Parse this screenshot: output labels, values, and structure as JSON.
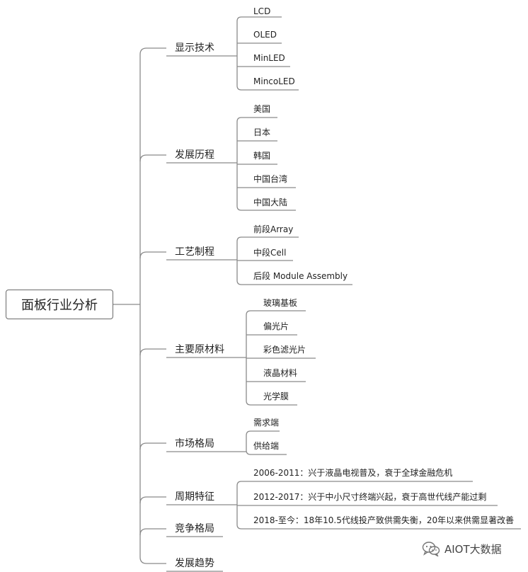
{
  "root": "面板行业分析",
  "branches": [
    {
      "label": "显示技术",
      "children": [
        "LCD",
        "OLED",
        "MinLED",
        "MincoLED"
      ]
    },
    {
      "label": "发展历程",
      "children": [
        "美国",
        "日本",
        "韩国",
        "中国台湾",
        "中国大陆"
      ]
    },
    {
      "label": "工艺制程",
      "children": [
        "前段Array",
        "中段Cell",
        "后段 Module Assembly"
      ]
    },
    {
      "label": "主要原材料",
      "children": [
        "玻璃基板",
        "偏光片",
        "彩色滤光片",
        "液晶材料",
        "光学膜"
      ]
    },
    {
      "label": "市场格局",
      "children": [
        "需求端",
        "供给端"
      ]
    },
    {
      "label": "周期特征",
      "children": [
        "2006-2011：兴于液晶电视普及，衰于全球金融危机",
        "2012-2017：兴于中小尺寸终端兴起，衰于高世代线产能过剩",
        "2018-至今：18年10.5代线投产致供需失衡，20年以来供需显著改善"
      ]
    },
    {
      "label": "竞争格局",
      "children": []
    },
    {
      "label": "发展趋势",
      "children": []
    }
  ],
  "watermark": {
    "text": "AIOT大数据",
    "icon": "wechat-icon"
  },
  "colors": {
    "line": "#8a8a8a",
    "text": "#222222",
    "root_border": "#6a6a6a"
  }
}
